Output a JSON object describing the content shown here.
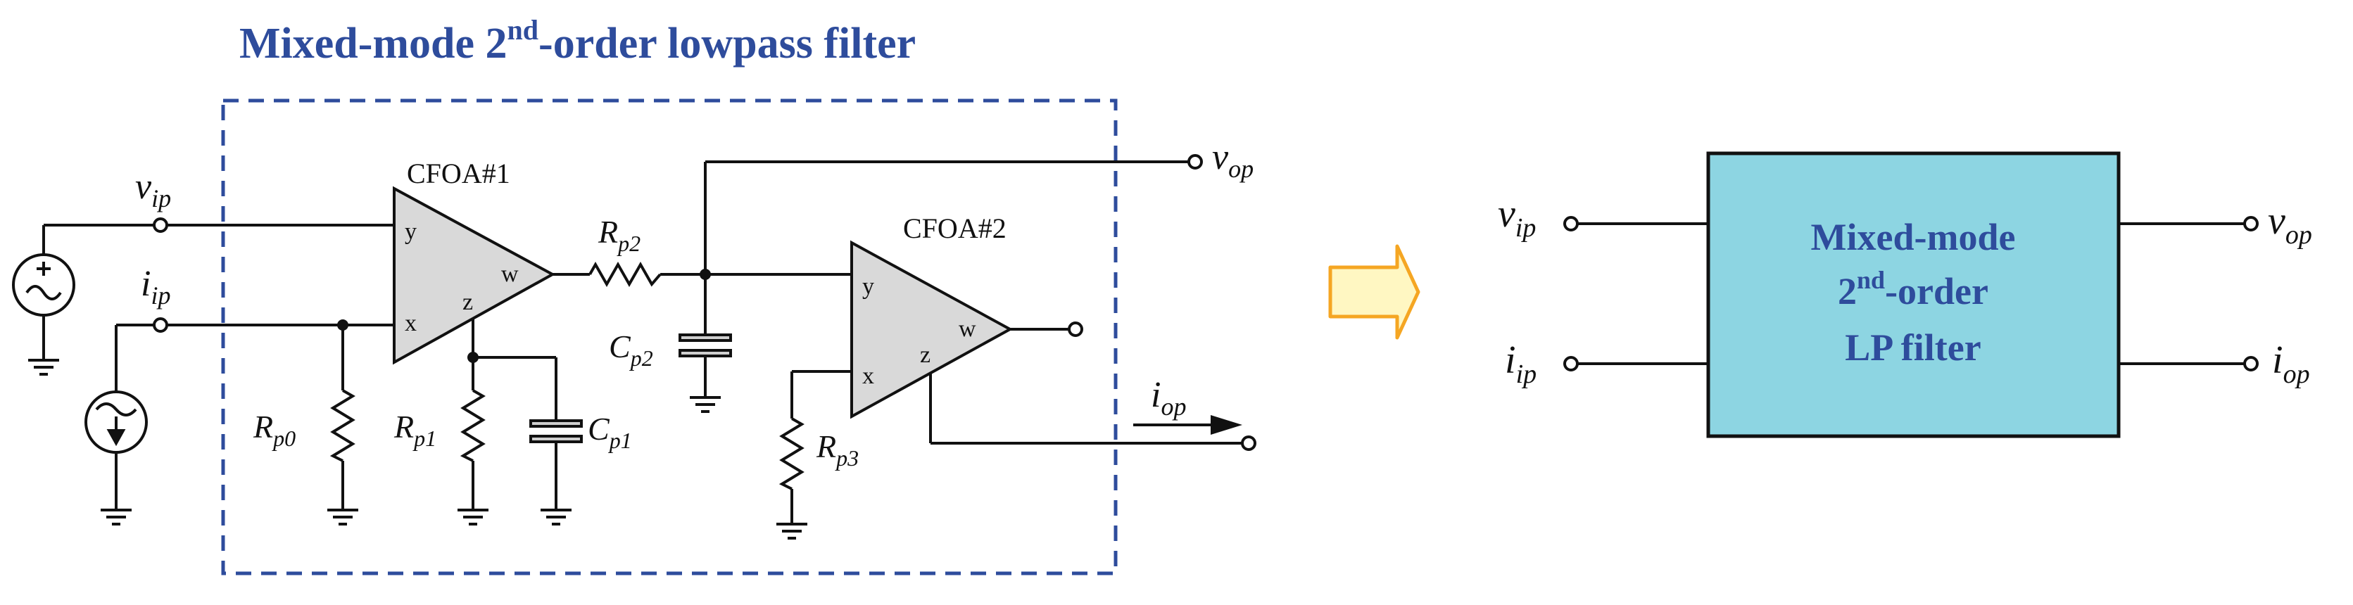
{
  "title": {
    "main": "Mixed-mode 2",
    "sup": "nd",
    "rest": "-order lowpass filter"
  },
  "amplifiers": [
    {
      "name": "CFOA#1",
      "y": "y",
      "x": "x",
      "z": "z",
      "w": "w"
    },
    {
      "name": "CFOA#2",
      "y": "y",
      "x": "x",
      "z": "z",
      "w": "w"
    }
  ],
  "components": {
    "Rp0": {
      "base": "R",
      "sub": "p0"
    },
    "Rp1": {
      "base": "R",
      "sub": "p1"
    },
    "Rp2": {
      "base": "R",
      "sub": "p2"
    },
    "Rp3": {
      "base": "R",
      "sub": "p3"
    },
    "Cp1": {
      "base": "C",
      "sub": "p1"
    },
    "Cp2": {
      "base": "C",
      "sub": "p2"
    }
  },
  "ports": {
    "vip": {
      "base": "v",
      "sub": "ip"
    },
    "iip": {
      "base": "i",
      "sub": "ip"
    },
    "vop": {
      "base": "v",
      "sub": "op"
    },
    "iop": {
      "base": "i",
      "sub": "op"
    }
  },
  "block": {
    "line1": "Mixed-mode",
    "line2_main": "2",
    "line2_sup": "nd",
    "line2_rest": "-order",
    "line3": "LP filter"
  },
  "colors": {
    "title": "#2E4C9C",
    "dashed_box": "#2E4C9C",
    "opamp_fill": "#D9D9D9",
    "block_fill": "#8DD5E2",
    "arrow_fill": "#FFF7C2",
    "arrow_stroke": "#F5A623",
    "wire": "#111111"
  }
}
